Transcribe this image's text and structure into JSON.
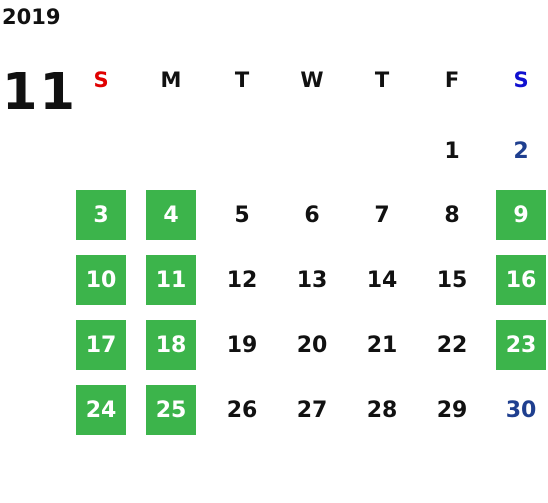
{
  "calendar": {
    "year": "2019",
    "month": "11",
    "weekdays": [
      "S",
      "M",
      "T",
      "W",
      "T",
      "F",
      "S"
    ],
    "colors": {
      "holiday_bg": "#3cb44b",
      "sunday_header": "#e00000",
      "saturday_header": "#1010d0",
      "saturday_date": "#1f3f8f",
      "default_text": "#111111"
    },
    "weeks": [
      [
        null,
        null,
        null,
        null,
        null,
        {
          "d": "1",
          "hl": false
        },
        {
          "d": "2",
          "hl": false
        }
      ],
      [
        {
          "d": "3",
          "hl": true
        },
        {
          "d": "4",
          "hl": true
        },
        {
          "d": "5",
          "hl": false
        },
        {
          "d": "6",
          "hl": false
        },
        {
          "d": "7",
          "hl": false
        },
        {
          "d": "8",
          "hl": false
        },
        {
          "d": "9",
          "hl": true
        }
      ],
      [
        {
          "d": "10",
          "hl": true
        },
        {
          "d": "11",
          "hl": true
        },
        {
          "d": "12",
          "hl": false
        },
        {
          "d": "13",
          "hl": false
        },
        {
          "d": "14",
          "hl": false
        },
        {
          "d": "15",
          "hl": false
        },
        {
          "d": "16",
          "hl": true
        }
      ],
      [
        {
          "d": "17",
          "hl": true
        },
        {
          "d": "18",
          "hl": true
        },
        {
          "d": "19",
          "hl": false
        },
        {
          "d": "20",
          "hl": false
        },
        {
          "d": "21",
          "hl": false
        },
        {
          "d": "22",
          "hl": false
        },
        {
          "d": "23",
          "hl": true
        }
      ],
      [
        {
          "d": "24",
          "hl": true
        },
        {
          "d": "25",
          "hl": true
        },
        {
          "d": "26",
          "hl": false
        },
        {
          "d": "27",
          "hl": false
        },
        {
          "d": "28",
          "hl": false
        },
        {
          "d": "29",
          "hl": false
        },
        {
          "d": "30",
          "hl": false
        }
      ]
    ]
  }
}
